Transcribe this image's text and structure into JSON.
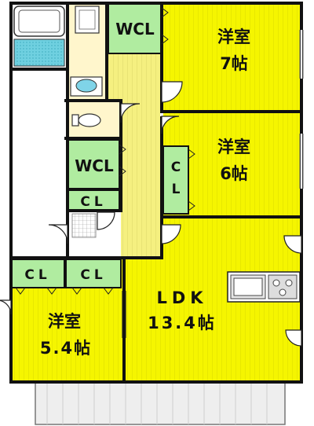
{
  "rooms": {
    "western_7": {
      "line1": "洋室",
      "line2": "7帖"
    },
    "western_6": {
      "line1": "洋室",
      "line2": "6帖"
    },
    "western_54": {
      "line1": "洋室",
      "line2": "5.4帖"
    },
    "ldk": {
      "line1": "LDK",
      "line2": "13.4帖"
    },
    "wcl_top": "WCL",
    "wcl_mid": "WCL",
    "cl_mid_vertical": {
      "c": "C",
      "l": "L"
    },
    "cl_hall": "CL",
    "cl_left_a": "CL",
    "cl_left_b": "CL"
  },
  "colors": {
    "room_yellow": "#f5f500",
    "closet_green": "#b0eca0",
    "hall_yellow": "#f5f080",
    "toilet_cream": "#fff6cc",
    "bath_blue": "#6fd0e0",
    "wall": "#111111",
    "balcony": "#eeeeee"
  }
}
